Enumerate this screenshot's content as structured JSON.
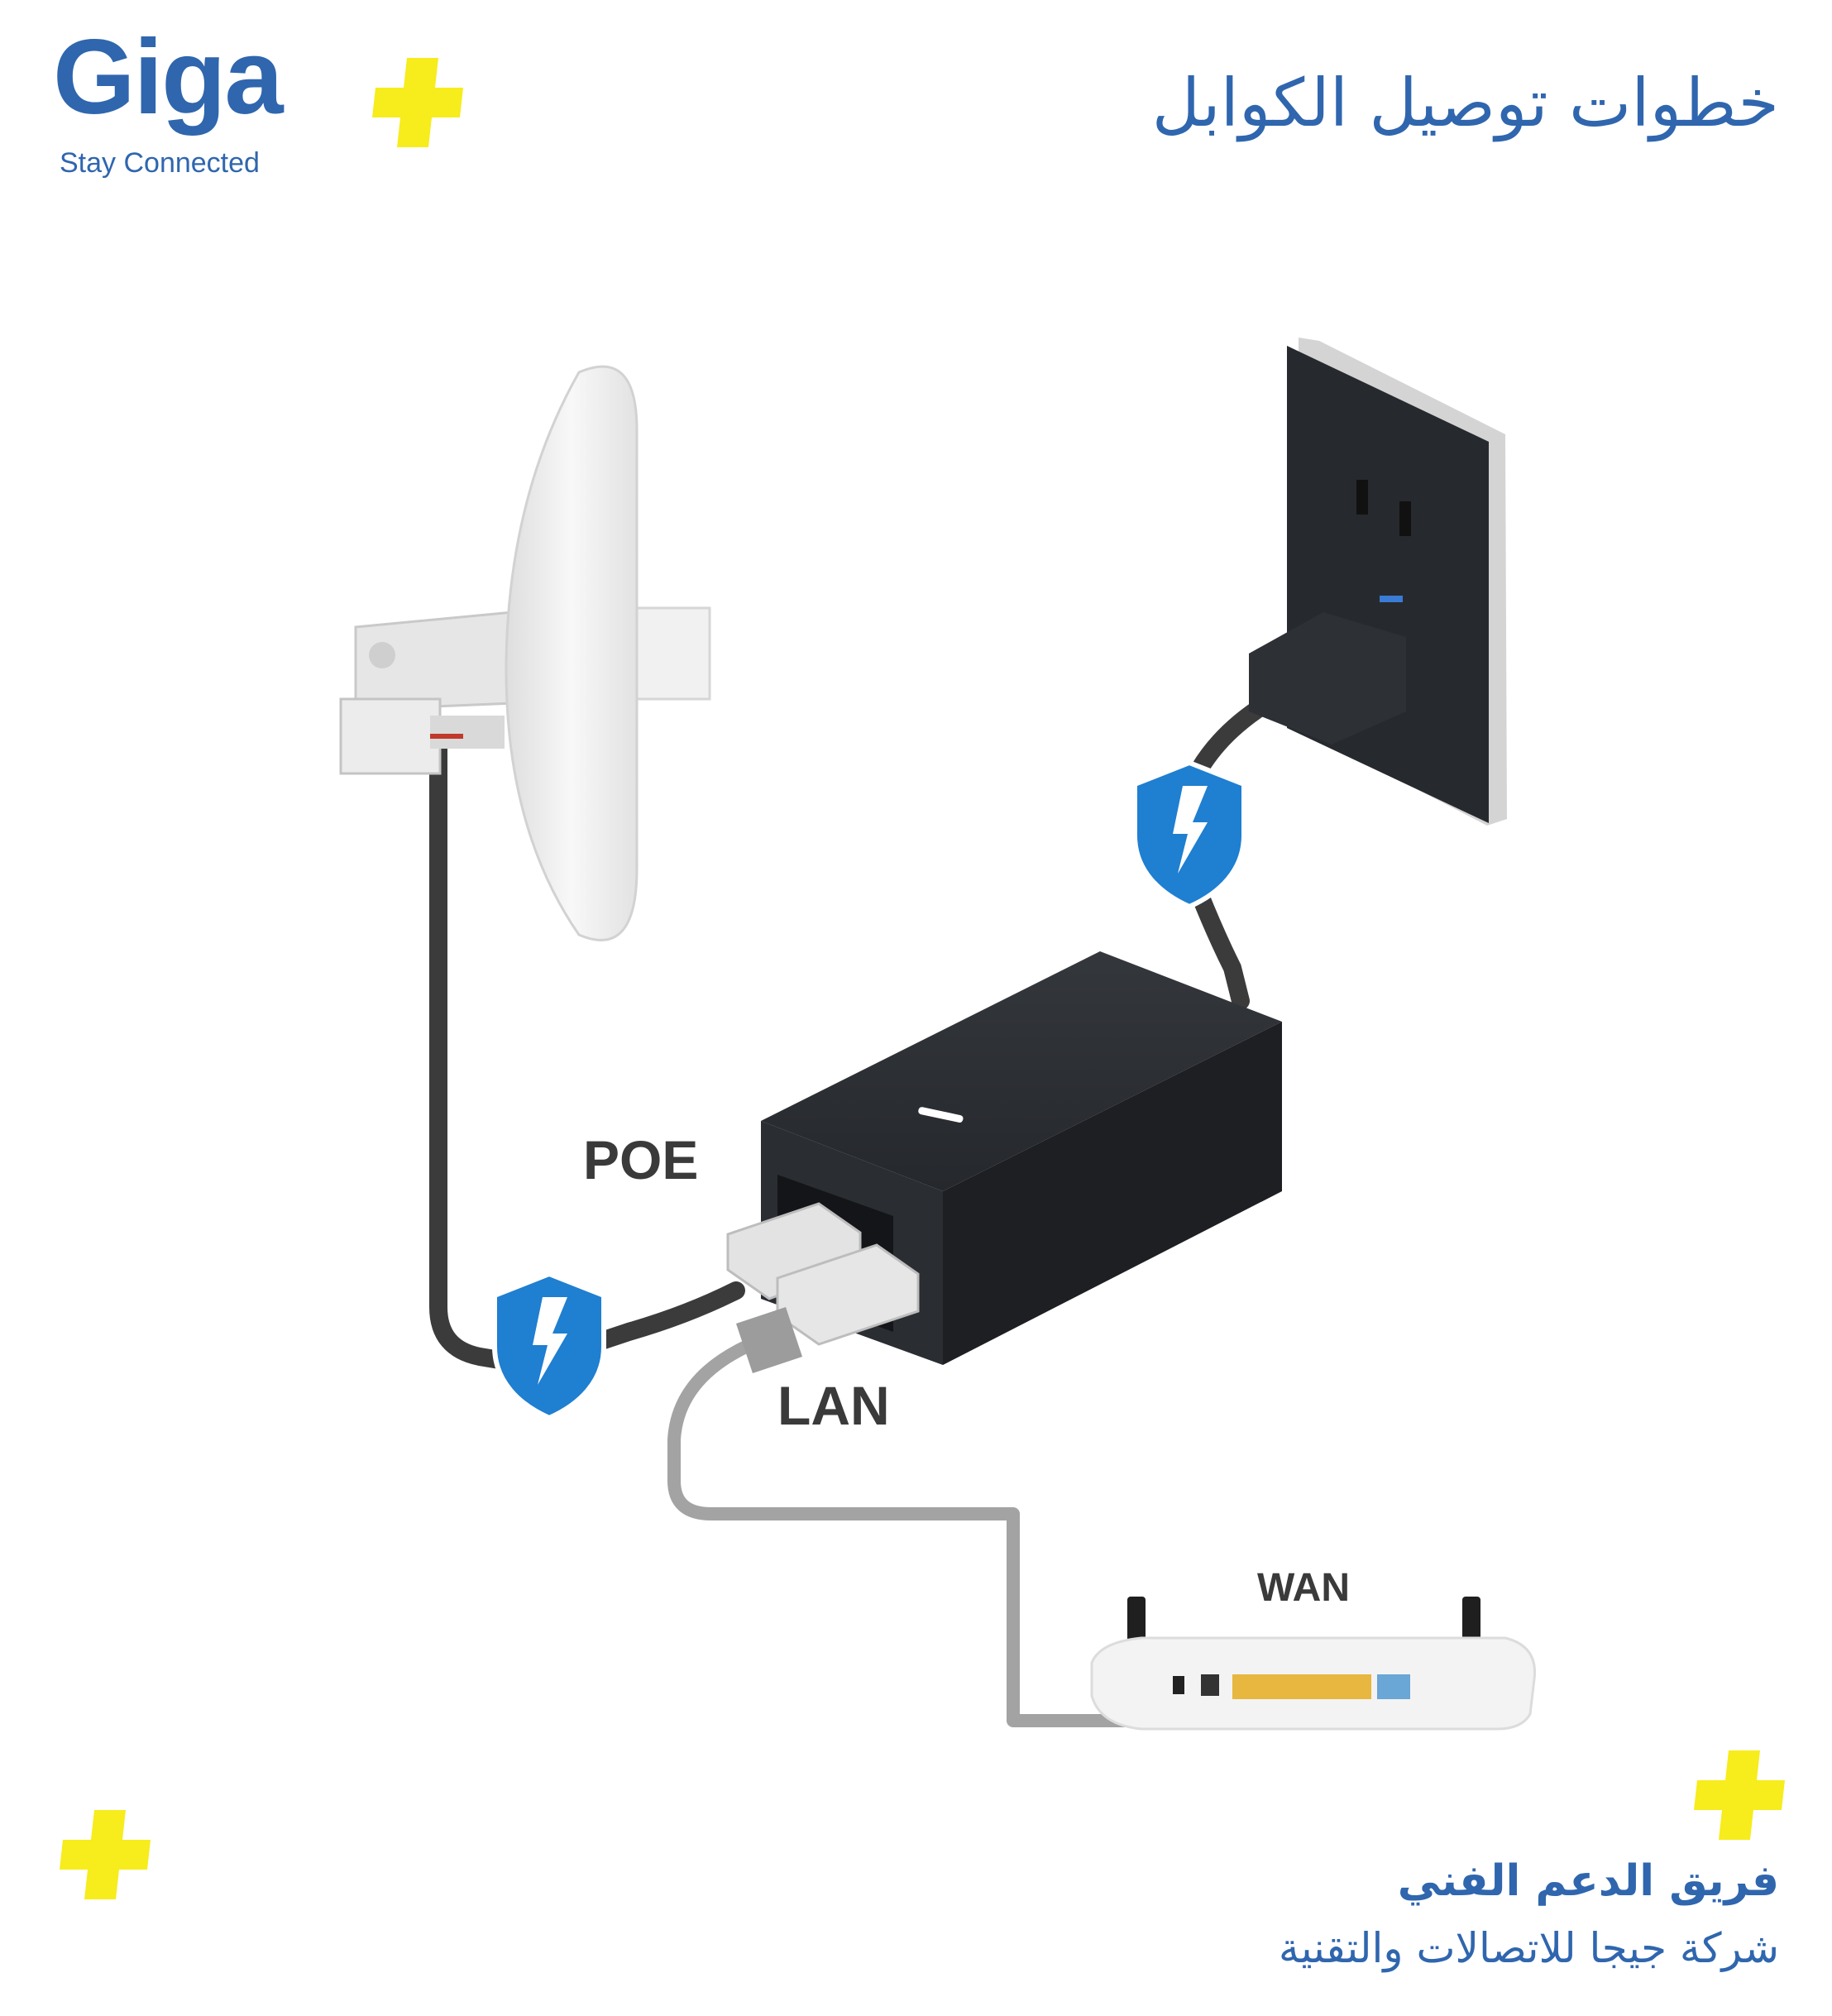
{
  "brand": {
    "name": "Giga",
    "tagline": "Stay Connected",
    "color": "#2f66ae"
  },
  "title": "خطوات توصيل الكوابل",
  "labels": {
    "poe": "POE",
    "lan": "LAN",
    "wan": "WAN"
  },
  "footer": {
    "team": "فريق الدعم الفني",
    "company": "شركة جيجا للاتصالات والتقنية"
  },
  "colors": {
    "accent": "#2f66ae",
    "plus": "#f7ec1c",
    "shield": "#1f7fd1",
    "device": "#2a2d31",
    "cable": "#3b3b3b",
    "lan_cable": "#9c9c9c"
  },
  "icons": [
    "plus-icon",
    "lightning-shield-icon",
    "antenna-icon",
    "wall-outlet-icon",
    "poe-adapter-icon",
    "router-icon"
  ]
}
